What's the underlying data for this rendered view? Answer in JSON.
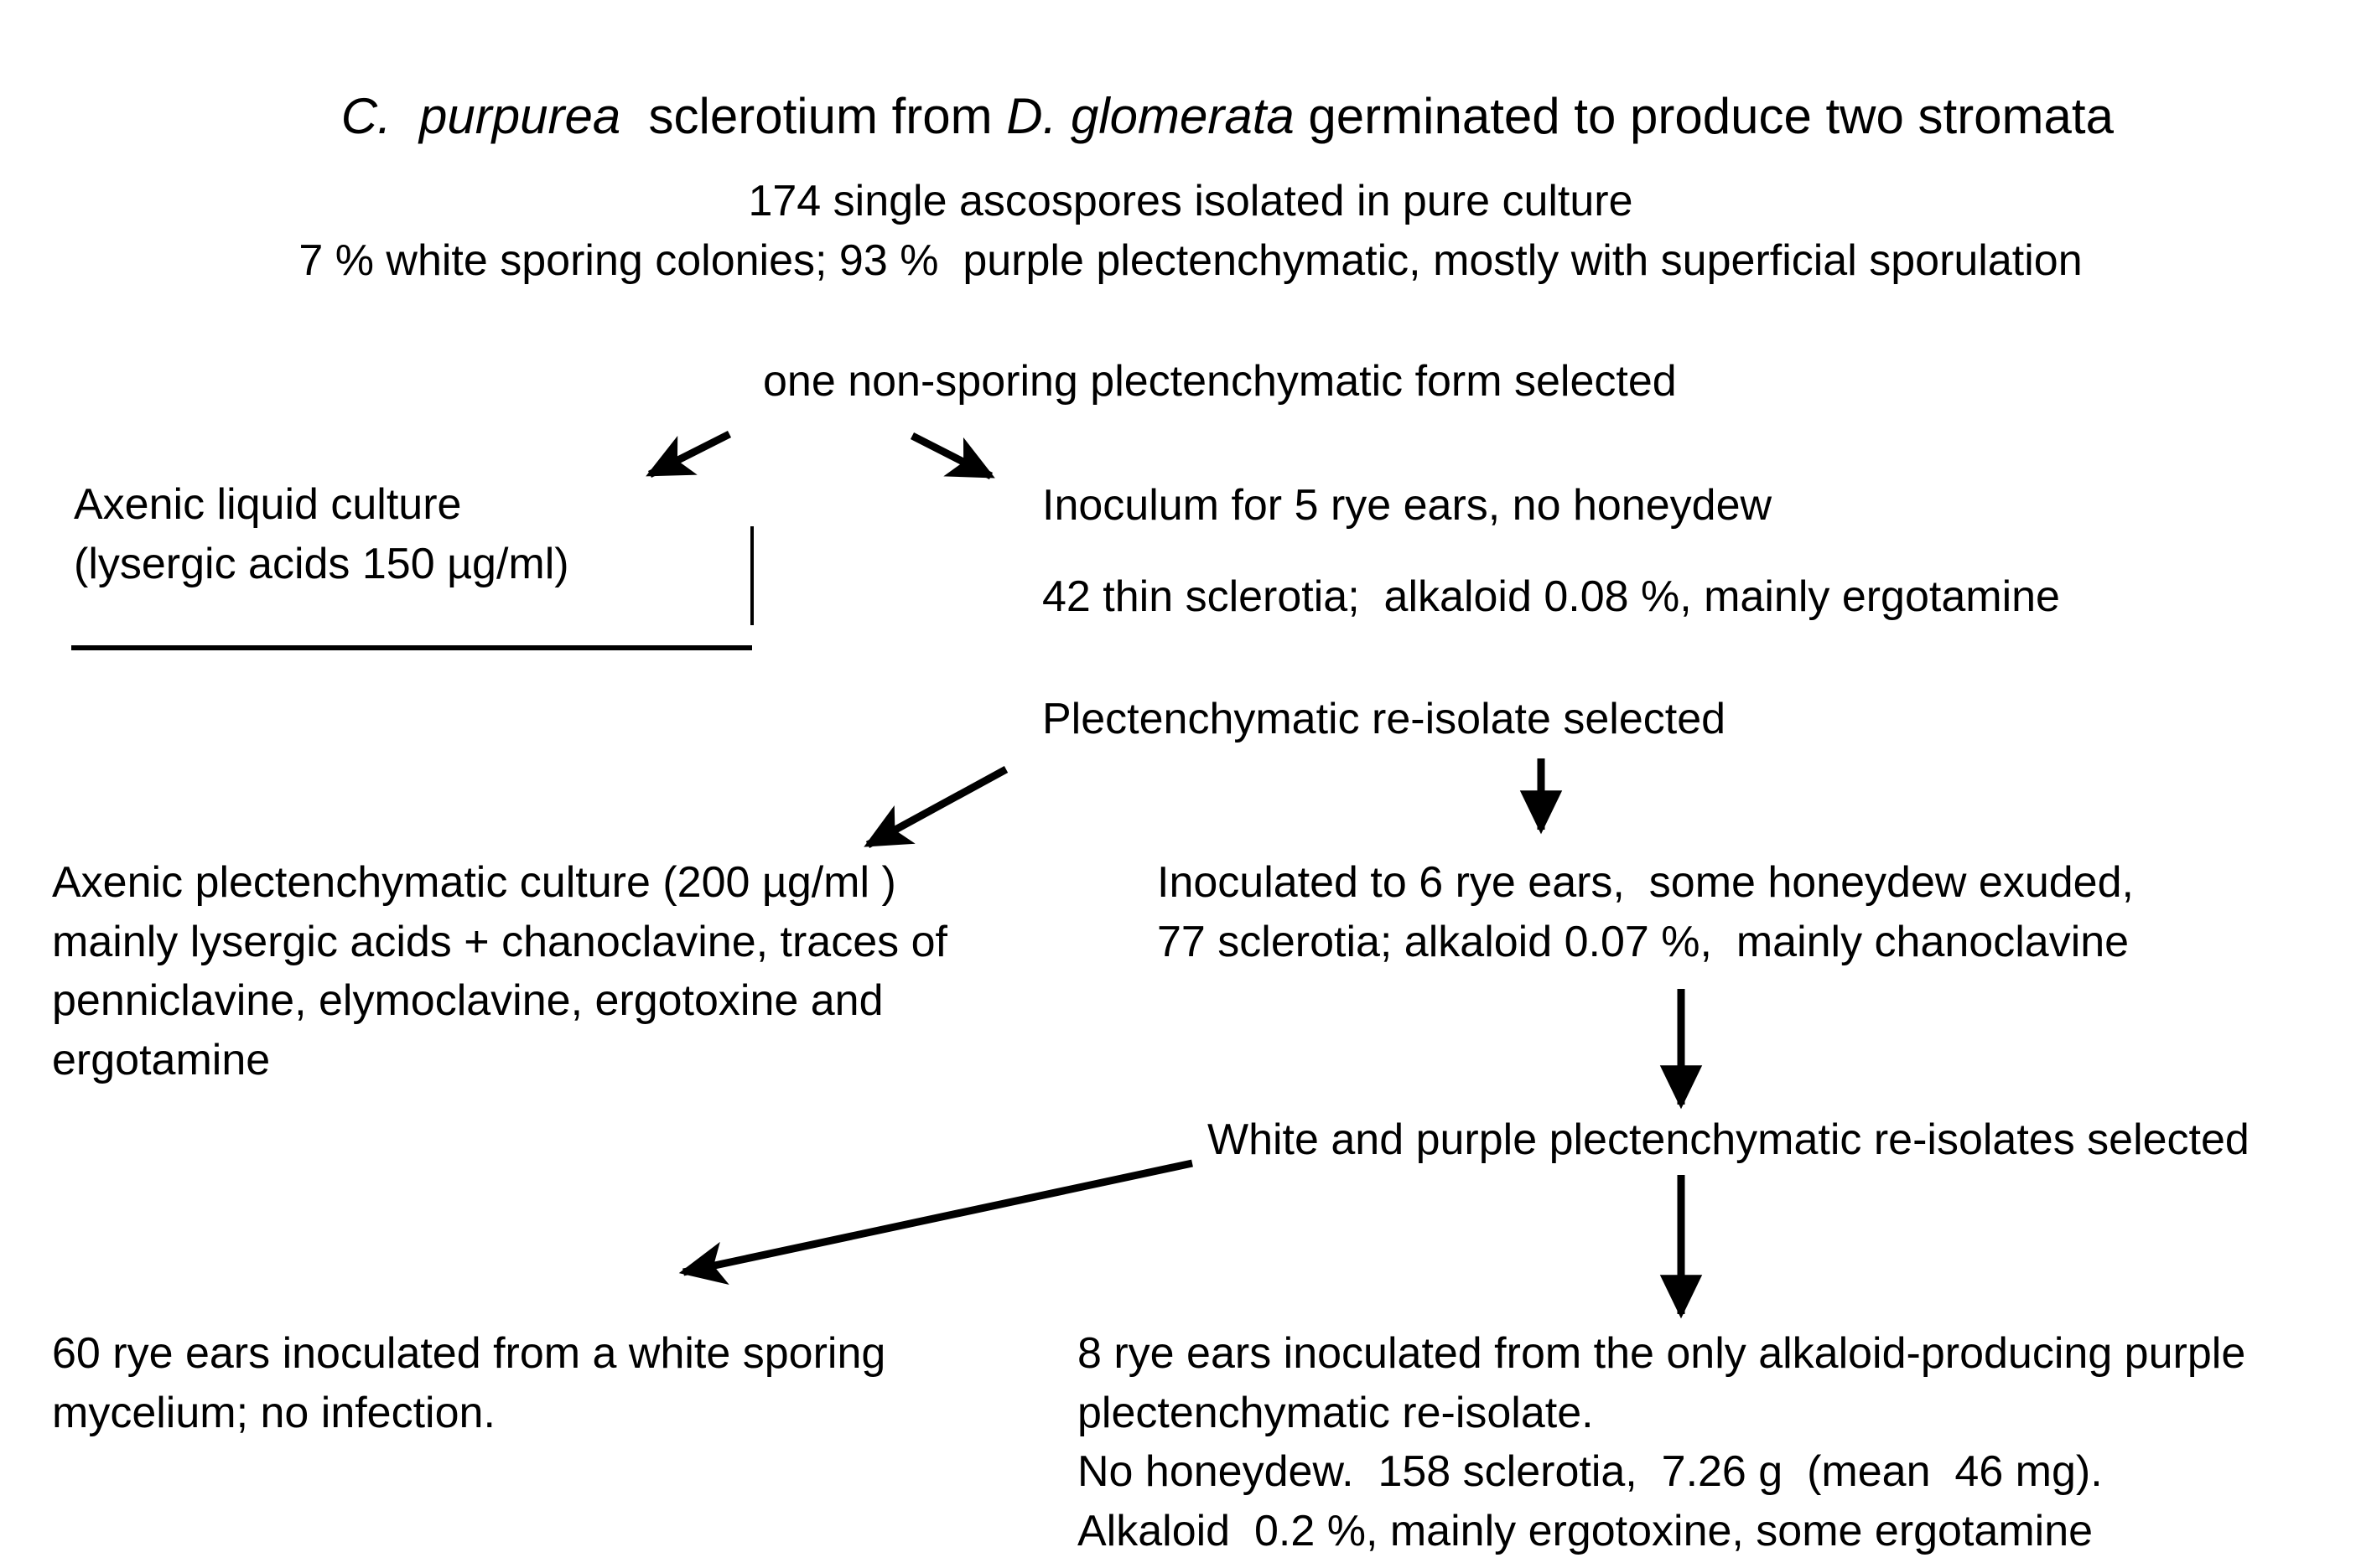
{
  "document": {
    "title_parts": [
      {
        "text": "C.  purpurea",
        "italic": true
      },
      {
        "text": "  sclerotium from ",
        "italic": false
      },
      {
        "text": "D. glomerata",
        "italic": true
      },
      {
        "text": " germinated to produce two stromata",
        "italic": false
      }
    ],
    "title_plain": "C.  purpurea  sclerotium from D. glomerata germinated to produce two stromata"
  },
  "nodes": {
    "ascospores": {
      "line1": "174 single ascospores isolated in pure culture",
      "line2": "7 % white sporing colonies; 93 %  purple plectenchymatic, mostly with superficial sporulation"
    },
    "selected_form": {
      "line1": "one non-sporing plectenchymatic form selected"
    },
    "axenic_liquid": {
      "line1": "Axenic liquid culture",
      "line2": "(lysergic acids 150 µg/ml)"
    },
    "inoculum_5_ears": {
      "line1": "Inoculum for 5 rye ears, no honeydew",
      "line2": "42 thin sclerotia;  alkaloid 0.08 %, mainly ergotamine"
    },
    "reisolate_selected": {
      "line1": "Plectenchymatic re-isolate selected"
    },
    "axenic_plectenchymatic": {
      "line1": "Axenic plectenchymatic culture (200 µg/ml )",
      "line2": "mainly lysergic acids + chanoclavine, traces of",
      "line3": "penniclavine, elymoclavine, ergotoxine and",
      "line4": "ergotamine"
    },
    "inoculated_6_ears": {
      "line1": "Inoculated to 6 rye ears,  some honeydew exuded,",
      "line2": "77 sclerotia; alkaloid 0.07 %,  mainly chanoclavine"
    },
    "white_purple_reisolates": {
      "line1": "White and purple plectenchymatic re-isolates selected"
    },
    "ears_60_white": {
      "line1": "60 rye ears inoculated from a white sporing",
      "line2": "mycelium; no infection."
    },
    "ears_8_purple": {
      "line1": "8 rye ears inoculated from the only alkaloid-producing purple",
      "line2": "plectenchymatic re-isolate.",
      "line3": "No honeydew.  158 sclerotia,  7.26 g  (mean  46 mg).",
      "line4": "Alkaloid  0.2 %, mainly ergotoxine, some ergotamine"
    }
  },
  "style": {
    "ink": "#000000",
    "paper": "#ffffff"
  }
}
